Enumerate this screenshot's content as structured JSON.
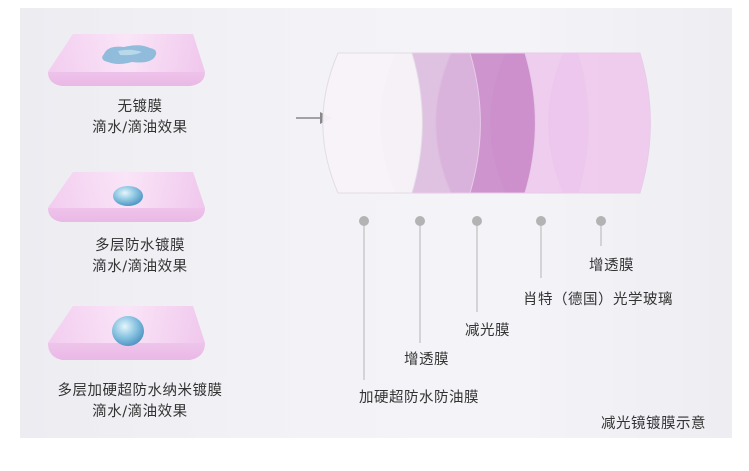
{
  "samples": [
    {
      "title": "无镀膜",
      "subtitle": "滴水/滴油效果"
    },
    {
      "title": "多层防水镀膜",
      "subtitle": "滴水/滴油效果"
    },
    {
      "title": "多层加硬超防水纳米镀膜",
      "subtitle": "滴水/滴油效果"
    }
  ],
  "layers": [
    {
      "label": "加硬超防水防油膜",
      "color": "#f7f2f8"
    },
    {
      "label": "增透膜",
      "color": "#dbb8dd"
    },
    {
      "label": "减光膜",
      "color": "#c98ac9"
    },
    {
      "label": "肖特（德国）光学玻璃",
      "color": "#ecc6ec"
    },
    {
      "label": "增透膜",
      "color": "#efc3ec"
    }
  ],
  "caption": "减光镜镀膜示意",
  "icons": {
    "pointer": "arrow-right-icon",
    "marker": "dot-icon"
  }
}
